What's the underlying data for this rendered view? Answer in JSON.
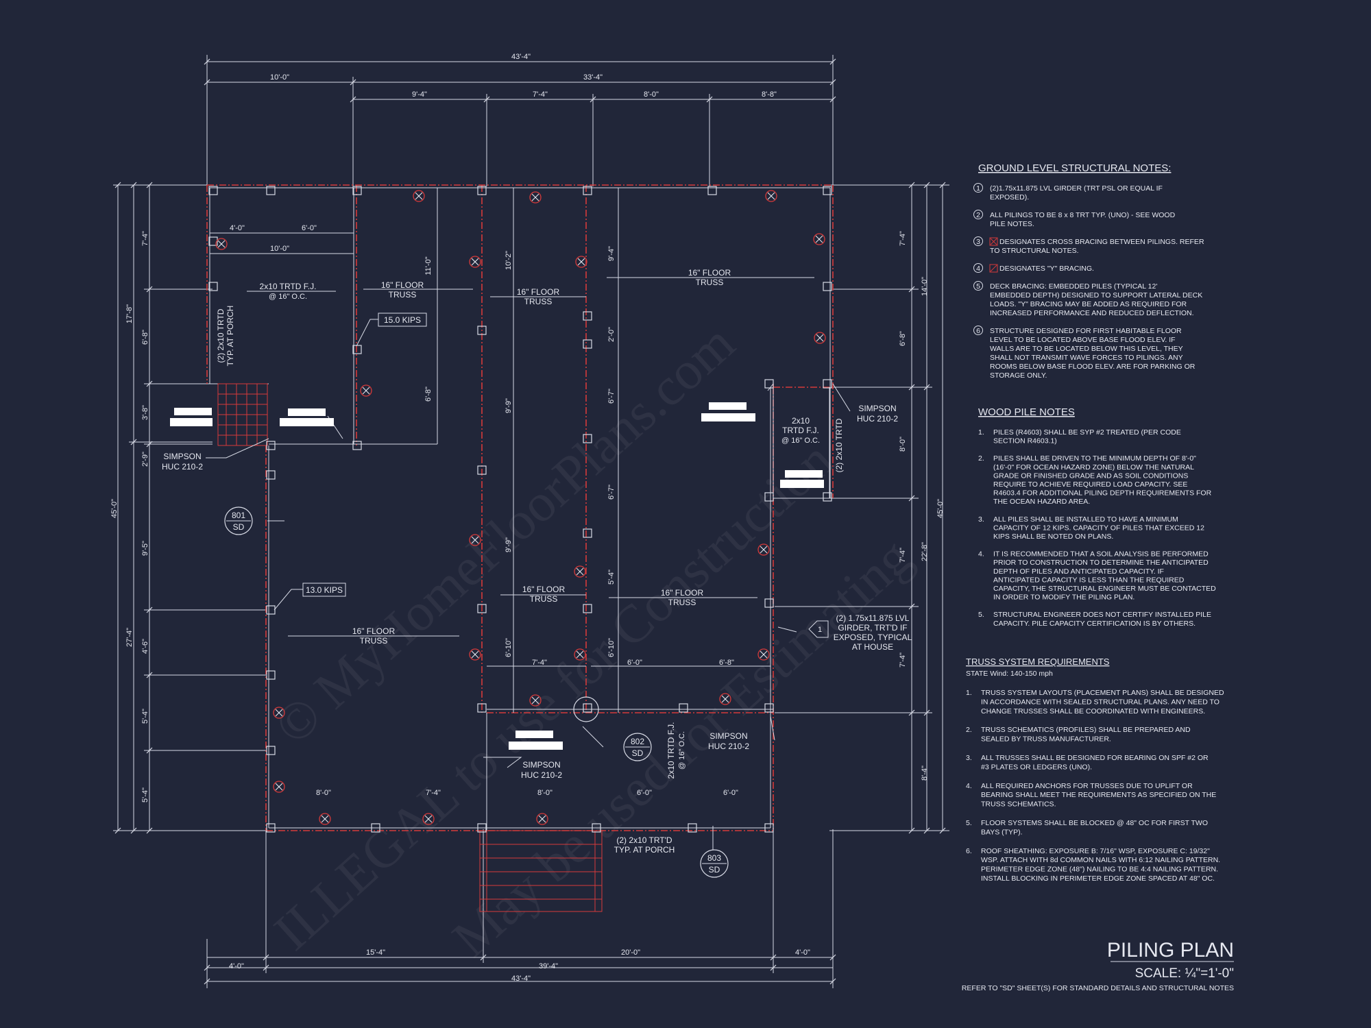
{
  "plan": {
    "title": "PILING PLAN",
    "scale": "SCALE: ¼\"=1'-0\"",
    "refer_note": "REFER TO \"SD\" SHEET(S) FOR STANDARD DETAILS AND STRUCTURAL NOTES"
  },
  "watermark": {
    "line1": "© MyHomeFloorPlans.com",
    "line2": "ILLEGAL to use for Construction",
    "line3": "May be used for Estimating"
  },
  "dims_top": {
    "overall": "43'-4\"",
    "left": "10'-0\"",
    "right": "33'-4\"",
    "bays": [
      "9'-4\"",
      "7'-4\"",
      "8'-0\"",
      "8'-8\""
    ]
  },
  "dims_bottom": {
    "left_offset": "4'-0\"",
    "seg1": "15'-4\"",
    "seg2": "20'-0\"",
    "right_offset": "4'-0\"",
    "middle": "39'-4\"",
    "overall": "43'-4\""
  },
  "dims_left": {
    "overall": "45'-0\"",
    "upper": "17'-8\"",
    "lower": "27'-4\"",
    "segs": [
      "7'-4\"",
      "6'-8\"",
      "3'-8\"",
      "2'-9\"",
      "9'-5\"",
      "4'-6\"",
      "5'-4\"",
      "5'-4\""
    ]
  },
  "dims_right": {
    "overall": "45'-0\"",
    "upper": "14'-0\"",
    "middle": "22'-8\"",
    "lower": "8'-4\"",
    "segs": [
      "7'-4\"",
      "6'-8\"",
      "8'-0\"",
      "7'-4\"",
      "7'-4\""
    ]
  },
  "dims_inner": {
    "porch_a": "4'-0\"",
    "porch_b": "6'-0\"",
    "porch_c": "10'-0\"",
    "v1": "11'-0\"",
    "v2": "6'-8\"",
    "v3": "10'-2\"",
    "v4": "9'-9\"",
    "v5": "9'-9\"",
    "v6": "6'-10\"",
    "v7": "9'-4\"",
    "v8": "2'-0\"",
    "v9": "6'-7\"",
    "v10": "6'-7\"",
    "v11": "5'-4\"",
    "v12": "6'-10\"",
    "h_mid1": "7'-4\"",
    "h_mid2": "6'-0\"",
    "h_mid3": "6'-8\"",
    "b1": "8'-0\"",
    "b2": "7'-4\"",
    "b3": "8'-0\"",
    "b4": "6'-0\"",
    "b5": "6'-0\""
  },
  "labels": {
    "fj1": "2x10 TRTD F.J.",
    "fj1b": "@ 16\" O.C.",
    "porch_v1": "(2) 2x10 TRTD",
    "porch_v2": "TYP. AT PORCH",
    "truss": "16\" FLOOR",
    "truss_b": "TRUSS",
    "kips15": "15.0 KIPS",
    "kips13": "13.0 KIPS",
    "simpson": "SIMPSON",
    "huc": "HUC 210-2",
    "fj2a": "2x10",
    "fj2b": "TRTD F.J.",
    "fj2c": "@ 16\" O.C.",
    "trtd_v": "(2) 2x10 TRTD",
    "girder1": "(2) 1.75x11.875 LVL",
    "girder2": "GIRDER, TRT'D IF",
    "girder3": "EXPOSED, TYPICAL",
    "girder4": "AT HOUSE",
    "porch_b1": "(2) 2x10 TRT'D",
    "porch_b2": "TYP. AT PORCH",
    "fj3a": "2x10 TRTD F.J.",
    "fj3b": "@ 16\" O.C.",
    "sd801": "801",
    "sd802": "802",
    "sd803": "803",
    "sd": "SD",
    "tag1": "1"
  },
  "ground_notes": {
    "heading": "GROUND LEVEL STRUCTURAL NOTES:",
    "items": [
      {
        "num": "1",
        "lines": [
          "(2)1.75x11.875 LVL GIRDER (TRT PSL OR EQUAL IF",
          "EXPOSED)."
        ]
      },
      {
        "num": "2",
        "lines": [
          "ALL PILINGS TO BE 8 x 8 TRT TYP. (UNO) - SEE WOOD",
          "PILE NOTES."
        ]
      },
      {
        "num": "3",
        "lines": [
          "DESIGNATES CROSS BRACING BETWEEN PILINGS. REFER",
          "TO STRUCTURAL NOTES."
        ]
      },
      {
        "num": "4",
        "lines": [
          "DESIGNATES \"Y\" BRACING."
        ]
      },
      {
        "num": "5",
        "lines": [
          "DECK BRACING: EMBEDDED PILES (TYPICAL 12'",
          "EMBEDDED DEPTH) DESIGNED TO SUPPORT LATERAL DECK",
          "LOADS. \"Y\" BRACING MAY BE ADDED AS REQUIRED FOR",
          "INCREASED PERFORMANCE AND REDUCED DEFLECTION."
        ]
      },
      {
        "num": "6",
        "lines": [
          "STRUCTURE DESIGNED FOR FIRST HABITABLE FLOOR",
          "LEVEL TO BE LOCATED ABOVE BASE FLOOD ELEV. IF",
          "WALLS ARE TO BE LOCATED BELOW THIS LEVEL, THEY",
          "SHALL NOT TRANSMIT WAVE FORCES TO PILINGS. ANY",
          "ROOMS BELOW BASE FLOOD ELEV. ARE FOR PARKING OR",
          "STORAGE ONLY."
        ]
      }
    ]
  },
  "wood_notes": {
    "heading": "WOOD PILE NOTES",
    "items": [
      {
        "num": "1.",
        "lines": [
          "PILES (R4603) SHALL BE SYP #2 TREATED (PER CODE",
          "SECTION R4603.1)"
        ]
      },
      {
        "num": "2.",
        "lines": [
          "PILES SHALL BE DRIVEN TO THE MINIMUM DEPTH OF 8'-0\"",
          "(16'-0\" FOR OCEAN HAZARD ZONE) BELOW THE NATURAL",
          "GRADE OR FINISHED GRADE AND AS SOIL CONDITIONS",
          "REQUIRE TO ACHIEVE REQUIRED LOAD CAPACITY. SEE",
          "R4603.4 FOR ADDITIONAL PILING DEPTH REQUIREMENTS FOR",
          "THE OCEAN HAZARD AREA."
        ]
      },
      {
        "num": "3.",
        "lines": [
          "ALL PILES SHALL BE INSTALLED TO HAVE A MINIMUM",
          "CAPACITY OF 12 KIPS. CAPACITY OF PILES THAT EXCEED 12",
          "KIPS SHALL BE NOTED ON PLANS."
        ]
      },
      {
        "num": "4.",
        "lines": [
          "IT IS RECOMMENDED THAT A SOIL ANALYSIS BE PERFORMED",
          "PRIOR TO CONSTRUCTION TO DETERMINE THE ANTICIPATED",
          "DEPTH OF PILES AND ANTICIPATED CAPACITY. IF",
          "ANTICIPATED CAPACITY IS LESS THAN THE REQUIRED",
          "CAPACITY, THE STRUCTURAL ENGINEER MUST BE CONTACTED",
          "IN ORDER TO MODIFY THE PILING PLAN."
        ]
      },
      {
        "num": "5.",
        "lines": [
          "STRUCTURAL ENGINEER DOES NOT CERTIFY INSTALLED PILE",
          "CAPACITY. PILE CAPACITY CERTIFICATION IS BY OTHERS."
        ]
      }
    ]
  },
  "truss_notes": {
    "heading": "TRUSS SYSTEM REQUIREMENTS",
    "sub": "STATE Wind: 140-150 mph",
    "items": [
      {
        "num": "1.",
        "lines": [
          "TRUSS SYSTEM LAYOUTS (PLACEMENT PLANS) SHALL BE DESIGNED",
          "IN ACCORDANCE WITH SEALED STRUCTURAL PLANS. ANY NEED TO",
          "CHANGE TRUSSES SHALL BE COORDINATED WITH ENGINEERS."
        ]
      },
      {
        "num": "2.",
        "lines": [
          "TRUSS SCHEMATICS (PROFILES) SHALL BE PREPARED AND",
          "SEALED BY TRUSS MANUFACTURER."
        ]
      },
      {
        "num": "3.",
        "lines": [
          "ALL TRUSSES SHALL BE DESIGNED FOR BEARING ON SPF #2 OR",
          "#3 PLATES OR LEDGERS (UNO)."
        ]
      },
      {
        "num": "4.",
        "lines": [
          "ALL REQUIRED ANCHORS FOR TRUSSES DUE TO UPLIFT OR",
          "BEARING SHALL MEET THE REQUIREMENTS AS SPECIFIED ON THE",
          "TRUSS SCHEMATICS."
        ]
      },
      {
        "num": "5.",
        "lines": [
          "FLOOR SYSTEMS SHALL BE BLOCKED @ 48\" OC FOR FIRST TWO",
          "BAYS (TYP)."
        ]
      },
      {
        "num": "6.",
        "lines": [
          "ROOF SHEATHING: EXPOSURE B: 7/16\" WSP, EXPOSURE C: 19/32\"",
          "WSP. ATTACH WITH 8d COMMON NAILS WITH 6:12 NAILING PATTERN.",
          "PERIMETER EDGE ZONE (48\") NAILING TO BE 4:4 NAILING PATTERN.",
          "INSTALL BLOCKING IN PERIMETER EDGE ZONE SPACED AT 48\" OC."
        ]
      }
    ]
  },
  "colors": {
    "background": "#212639",
    "line": "#d8dbe6",
    "red": "#d63a3a"
  }
}
